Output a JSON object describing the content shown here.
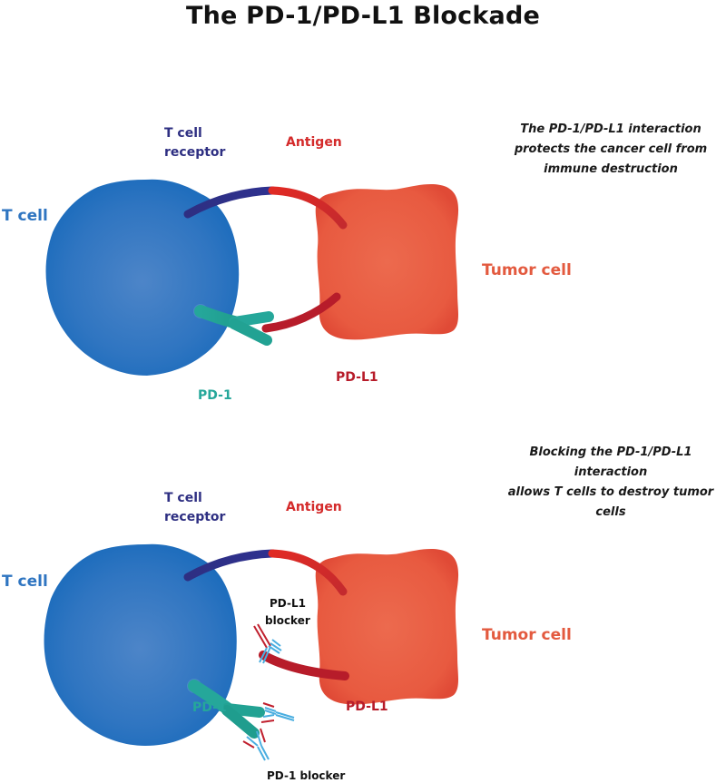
{
  "title": "The PD-1/PD-L1 Blockade",
  "colors": {
    "t_cell": "#2f75c1",
    "tumor_cell": "#e8573e",
    "tcr": "#2e2f82",
    "antigen": "#d42a2a",
    "pd1": "#25a79a",
    "pdl1": "#b71c2a",
    "blocker_light": "#4aaee0",
    "blocker_dark": "#c0202e"
  },
  "panels": [
    {
      "caption": [
        "The PD-1/PD-L1 interaction",
        "protects the cancer cell from",
        "immune destruction"
      ],
      "labels": {
        "t_cell": "T cell",
        "tcr_line1": "T cell",
        "tcr_line2": "receptor",
        "antigen": "Antigen",
        "tumor_cell": "Tumor cell",
        "pd1": "PD-1",
        "pdl1": "PD-L1"
      }
    },
    {
      "caption": [
        "Blocking the PD-1/PD-L1 interaction",
        "allows T cells to destroy tumor",
        "cells"
      ],
      "labels": {
        "t_cell": "T cell",
        "tcr_line1": "T cell",
        "tcr_line2": "receptor",
        "antigen": "Antigen",
        "tumor_cell": "Tumor cell",
        "pd1": "PD-1",
        "pdl1": "PD-L1",
        "pdl1_blocker_line1": "PD-L1",
        "pdl1_blocker_line2": "blocker",
        "pd1_blocker": "PD-1 blocker"
      }
    }
  ]
}
